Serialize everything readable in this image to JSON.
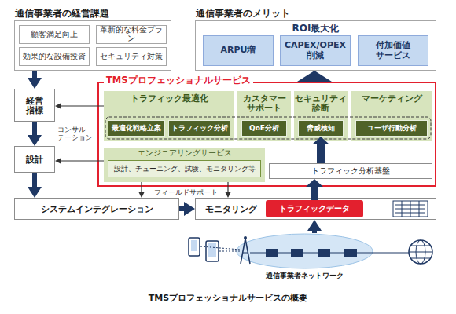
{
  "diagram": {
    "caption": "TMSプロフェッショナルサービスの概要",
    "nodes": [
      {
        "text": [
          "通信事業者の経営課題"
        ]
      },
      {
        "text": [
          "顧客満足向上"
        ],
        "in": 0
      },
      {
        "text": [
          "革新的な料金プラン"
        ],
        "in": 0
      },
      {
        "text": [
          "効果的な設備投資"
        ],
        "in": 0
      },
      {
        "text": [
          "セキュリティ対策"
        ],
        "in": 0
      },
      {
        "text": [
          "通信事業者のメリット",
          "ROI最大化"
        ]
      },
      {
        "text": [
          "ARPU増"
        ],
        "in": 5
      },
      {
        "text": [
          "CAPEX/OPEX 削減"
        ],
        "in": 5
      },
      {
        "text": [
          "付加価値 サービス"
        ],
        "in": 5
      },
      {
        "text": [
          "経営 指標"
        ]
      },
      {
        "text": [
          "設計"
        ]
      },
      {
        "text": [
          "システムインテグレーション"
        ]
      },
      {
        "text": [
          "TMSプロフェッショナルサービス"
        ]
      },
      {
        "text": [
          "トラフィック最適化"
        ],
        "in": 12
      },
      {
        "text": [
          "カスタマー サポート"
        ],
        "in": 12
      },
      {
        "text": [
          "セキュリティ 診断"
        ],
        "in": 12
      },
      {
        "text": [
          "マーケティング"
        ],
        "in": 12
      },
      {
        "text": [
          "最適化戦略立案"
        ],
        "in": 13
      },
      {
        "text": [
          "トラフィック分析"
        ],
        "in": 13
      },
      {
        "text": [
          "QoE分析"
        ],
        "in": 14
      },
      {
        "text": [
          "脅威検知"
        ],
        "in": 15
      },
      {
        "text": [
          "ユーザ行動分析"
        ],
        "in": 16
      },
      {
        "text": [
          "エンジニアリングサービス"
        ],
        "in": 12
      },
      {
        "text": [
          "設計、チューニング、試験、モニタリング等"
        ],
        "in": 22
      },
      {
        "text": [
          "トラフィック分析基盤"
        ],
        "in": 12
      },
      {
        "text": [
          "モニタリング"
        ]
      },
      {
        "text": [
          "トラフィックデータ"
        ],
        "in": 25
      },
      {
        "text": [
          "通信事業者ネットワーク"
        ]
      }
    ],
    "edges": [
      {
        "from": 0,
        "to": 9,
        "arrow": "to"
      },
      {
        "from": 9,
        "to": 10,
        "arrow": "to"
      },
      {
        "from": 10,
        "to": 11,
        "arrow": "to"
      },
      {
        "from": 11,
        "to": 25,
        "arrow": "to"
      },
      {
        "from": 12,
        "to": 5,
        "arrow": "to"
      },
      {
        "from": 13,
        "to": 9,
        "arrow": "to"
      },
      {
        "from": 22,
        "to": 10,
        "arrow": "to"
      },
      {
        "from": 22,
        "to": 11,
        "arrow": "to"
      },
      {
        "from": 22,
        "to": 25,
        "arrow": "to"
      },
      {
        "from": 24,
        "to": 20,
        "arrow": "to"
      },
      {
        "from": 26,
        "to": 24,
        "arrow": "to"
      },
      {
        "from": 27,
        "to": 25,
        "arrow": "to"
      }
    ],
    "labels": [
      "コンサル テーション",
      "フィールドサポート"
    ]
  }
}
